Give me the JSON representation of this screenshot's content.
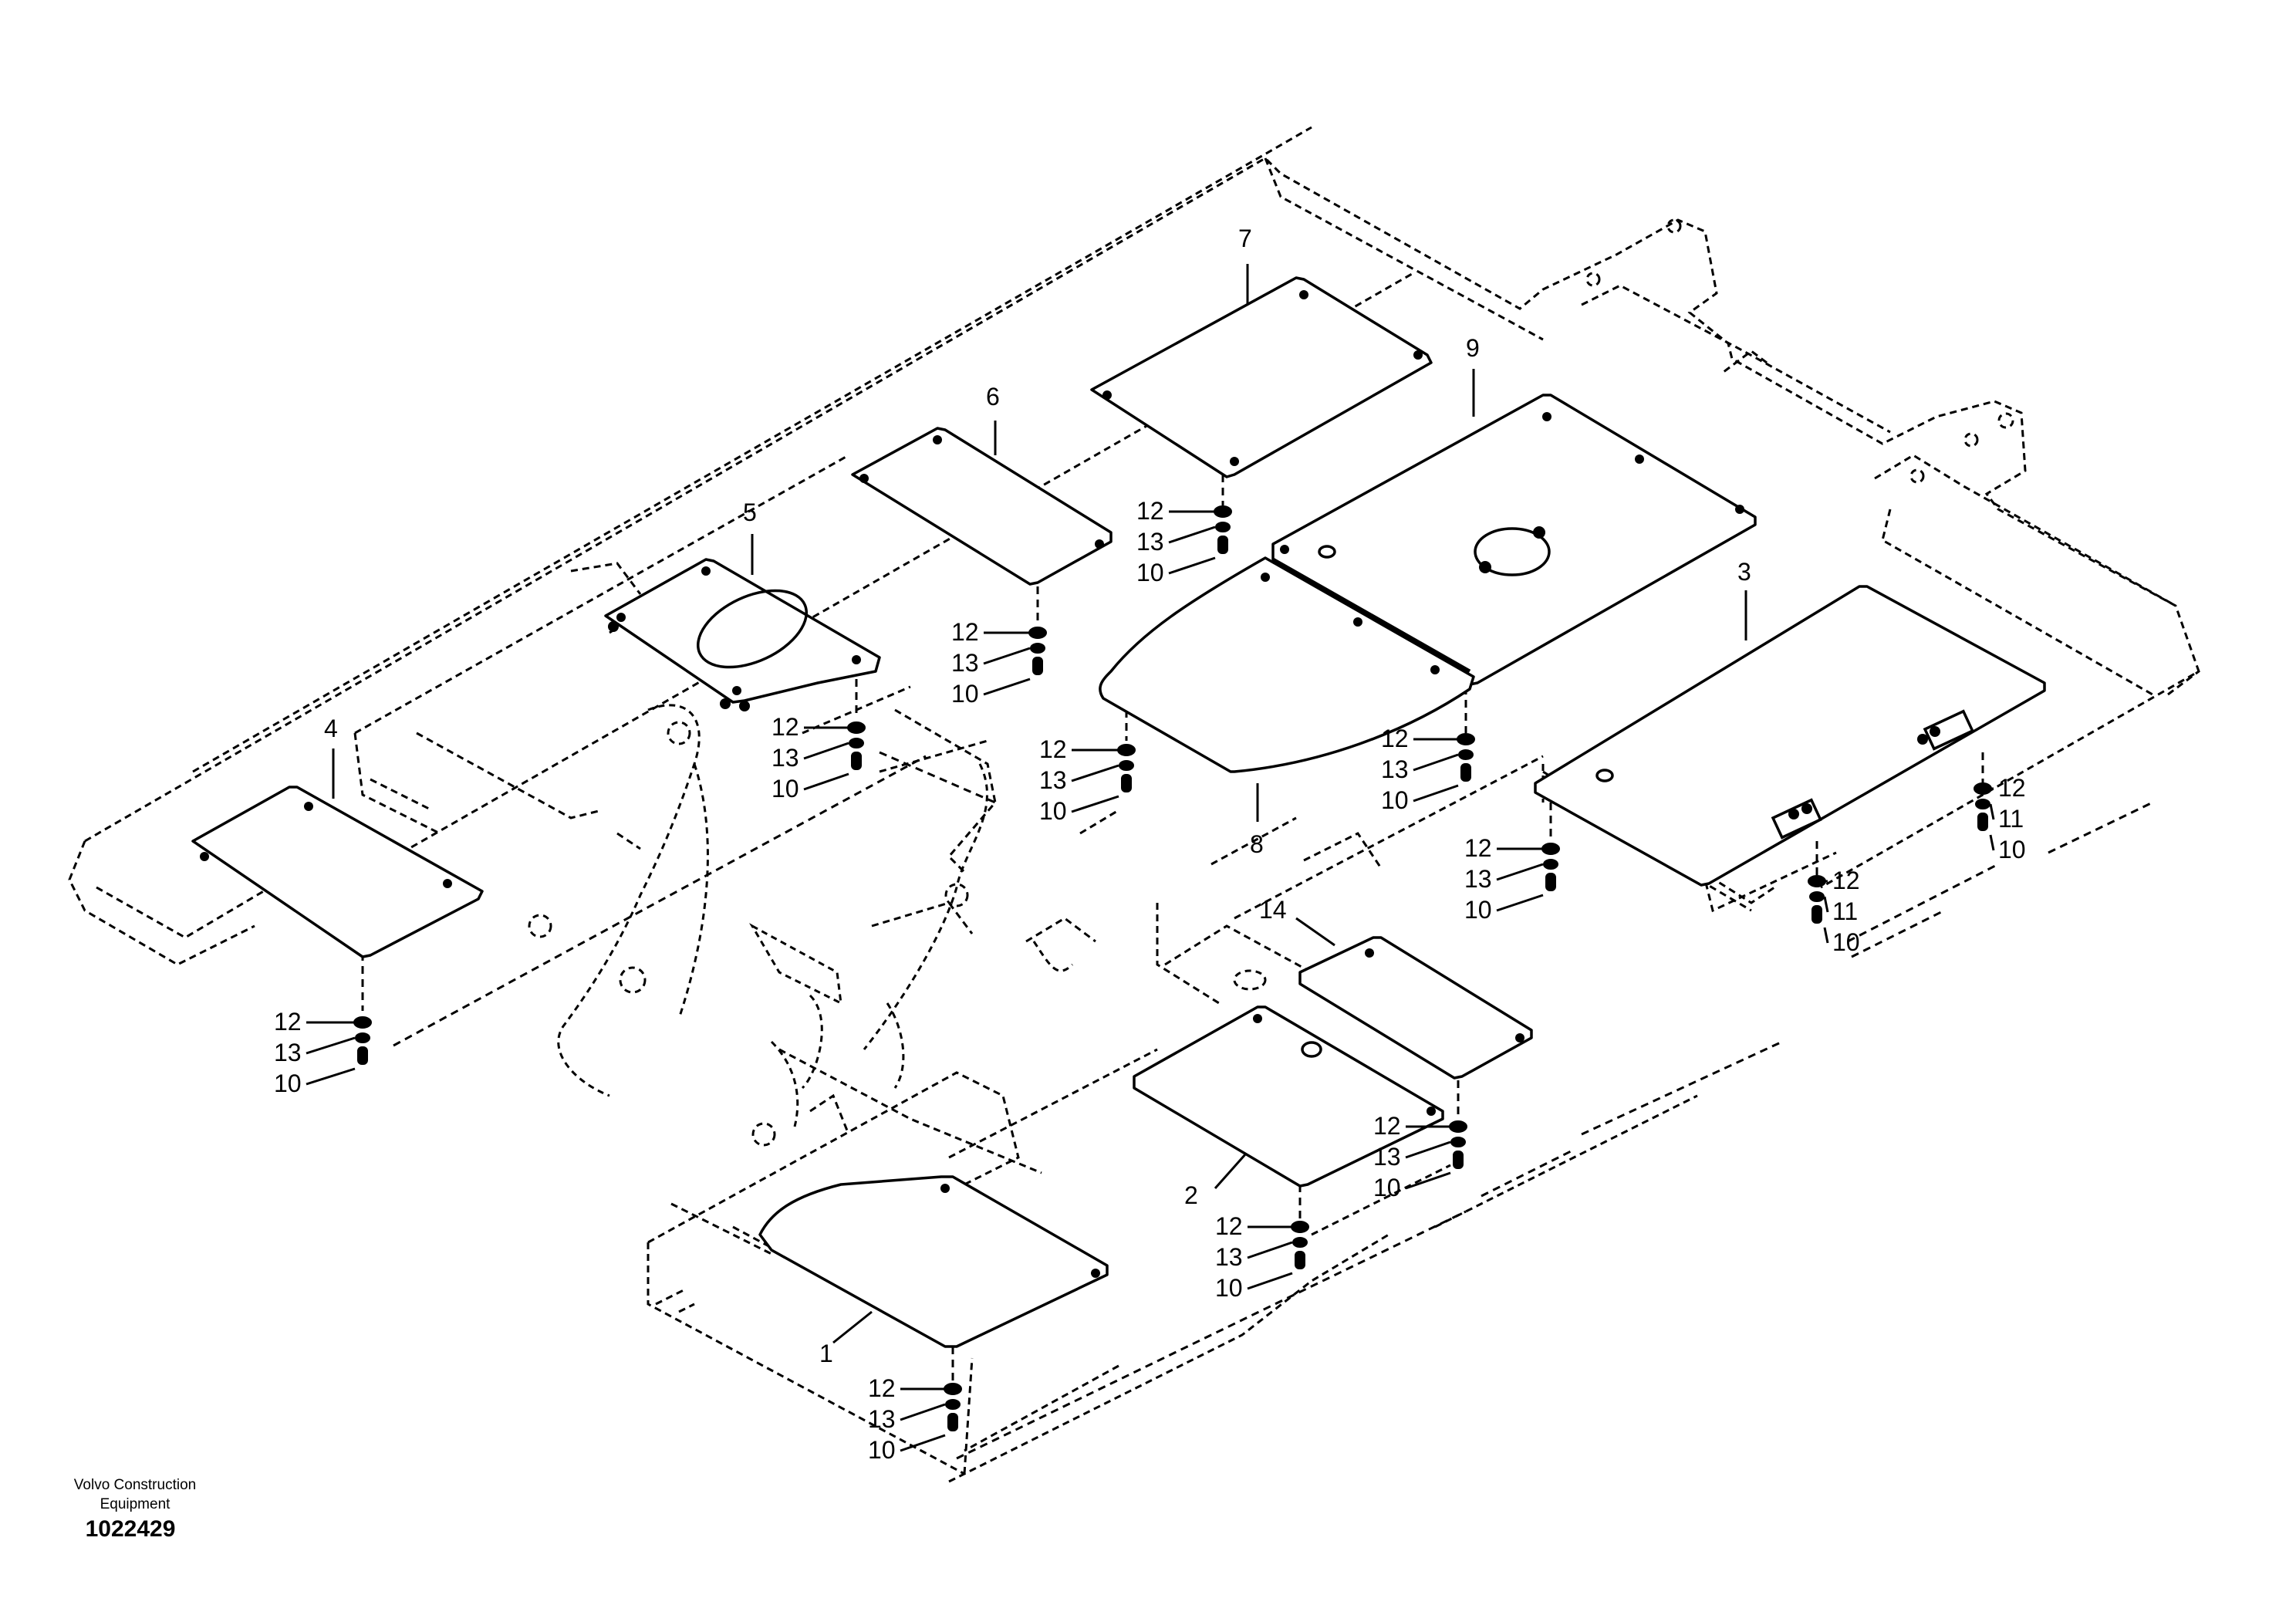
{
  "diagram": {
    "company": "Volvo Construction Equipment",
    "document_number": "1022429",
    "callouts": [
      {
        "id": "c1",
        "text": "1"
      },
      {
        "id": "c2",
        "text": "2"
      },
      {
        "id": "c3",
        "text": "3"
      },
      {
        "id": "c4",
        "text": "4"
      },
      {
        "id": "c5",
        "text": "5"
      },
      {
        "id": "c6",
        "text": "6"
      },
      {
        "id": "c7",
        "text": "7"
      },
      {
        "id": "c8",
        "text": "8"
      },
      {
        "id": "c9",
        "text": "9"
      },
      {
        "id": "c14",
        "text": "14"
      }
    ],
    "fasteners": {
      "standard": [
        "12",
        "13",
        "10"
      ],
      "hinge": [
        "12",
        "11",
        "10"
      ]
    }
  }
}
